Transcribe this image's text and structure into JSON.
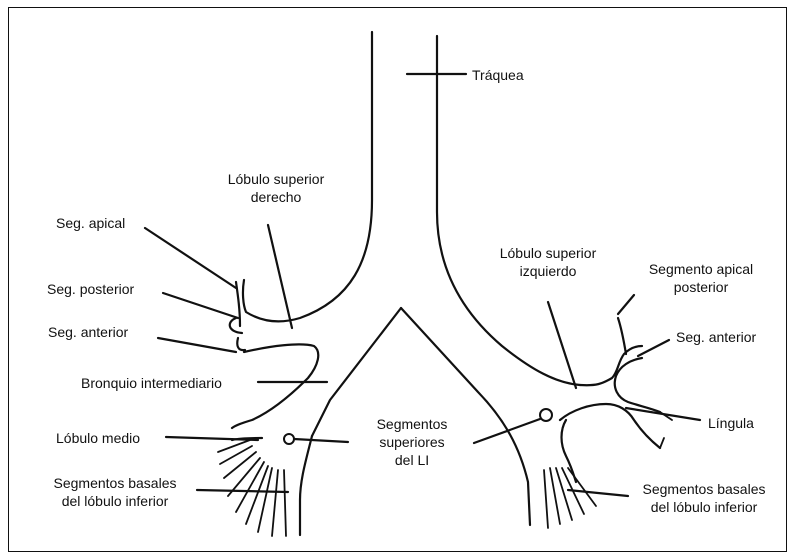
{
  "labels": {
    "traquea": "Tráquea",
    "lobulo_superior_derecho_1": "Lóbulo superior",
    "lobulo_superior_derecho_2": "derecho",
    "seg_apical": "Seg. apical",
    "seg_posterior": "Seg. posterior",
    "seg_anterior_der": "Seg. anterior",
    "bronquio_intermediario": "Bronquio intermediario",
    "lobulo_medio": "Lóbulo medio",
    "segmentos_basales_der_1": "Segmentos basales",
    "segmentos_basales_der_2": "del lóbulo inferior",
    "segmentos_superiores_1": "Segmentos",
    "segmentos_superiores_2": "superiores",
    "segmentos_superiores_3": "del LI",
    "lobulo_superior_izq_1": "Lóbulo superior",
    "lobulo_superior_izq_2": "izquierdo",
    "segmento_apical_post_1": "Segmento apical",
    "segmento_apical_post_2": "posterior",
    "seg_anterior_izq": "Seg. anterior",
    "lingula": "Língula",
    "segmentos_basales_izq_1": "Segmentos basales",
    "segmentos_basales_izq_2": "del lóbulo inferior"
  },
  "colors": {
    "ink": "#111111",
    "background": "#ffffff"
  }
}
